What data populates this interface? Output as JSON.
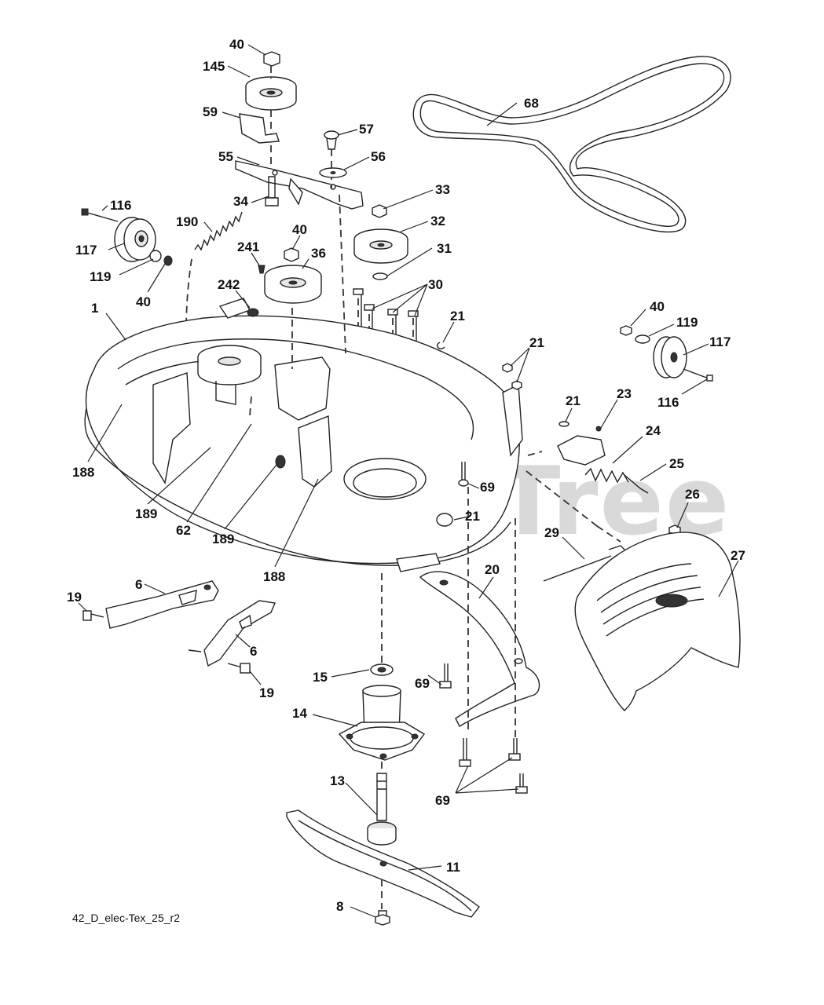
{
  "watermark": "PartsTree",
  "drawing_code": "42_D_elec-Tex_25_r2",
  "callouts": {
    "c40a": "40",
    "c145": "145",
    "c59": "59",
    "c57": "57",
    "c56": "56",
    "c55": "55",
    "c68": "68",
    "c33": "33",
    "c34": "34",
    "c116a": "116",
    "c190": "190",
    "c32": "32",
    "c117a": "117",
    "c40b": "40",
    "c241": "241",
    "c36": "36",
    "c31": "31",
    "c119a": "119",
    "c40c": "40",
    "c242": "242",
    "c30": "30",
    "c1": "1",
    "c21a": "21",
    "c40d": "40",
    "c119b": "119",
    "c117b": "117",
    "c21b": "21",
    "c21c": "21",
    "c23": "23",
    "c116b": "116",
    "c24": "24",
    "c188a": "188",
    "c25": "25",
    "c69a": "69",
    "c26": "26",
    "c189a": "189",
    "c21d": "21",
    "c62": "62",
    "c189b": "189",
    "c29": "29",
    "c27": "27",
    "c188b": "188",
    "c20": "20",
    "c6a": "6",
    "c19a": "19",
    "c6b": "6",
    "c15": "15",
    "c69b": "69",
    "c19b": "19",
    "c14": "14",
    "c13": "13",
    "c69c": "69",
    "c11": "11",
    "c8": "8"
  }
}
